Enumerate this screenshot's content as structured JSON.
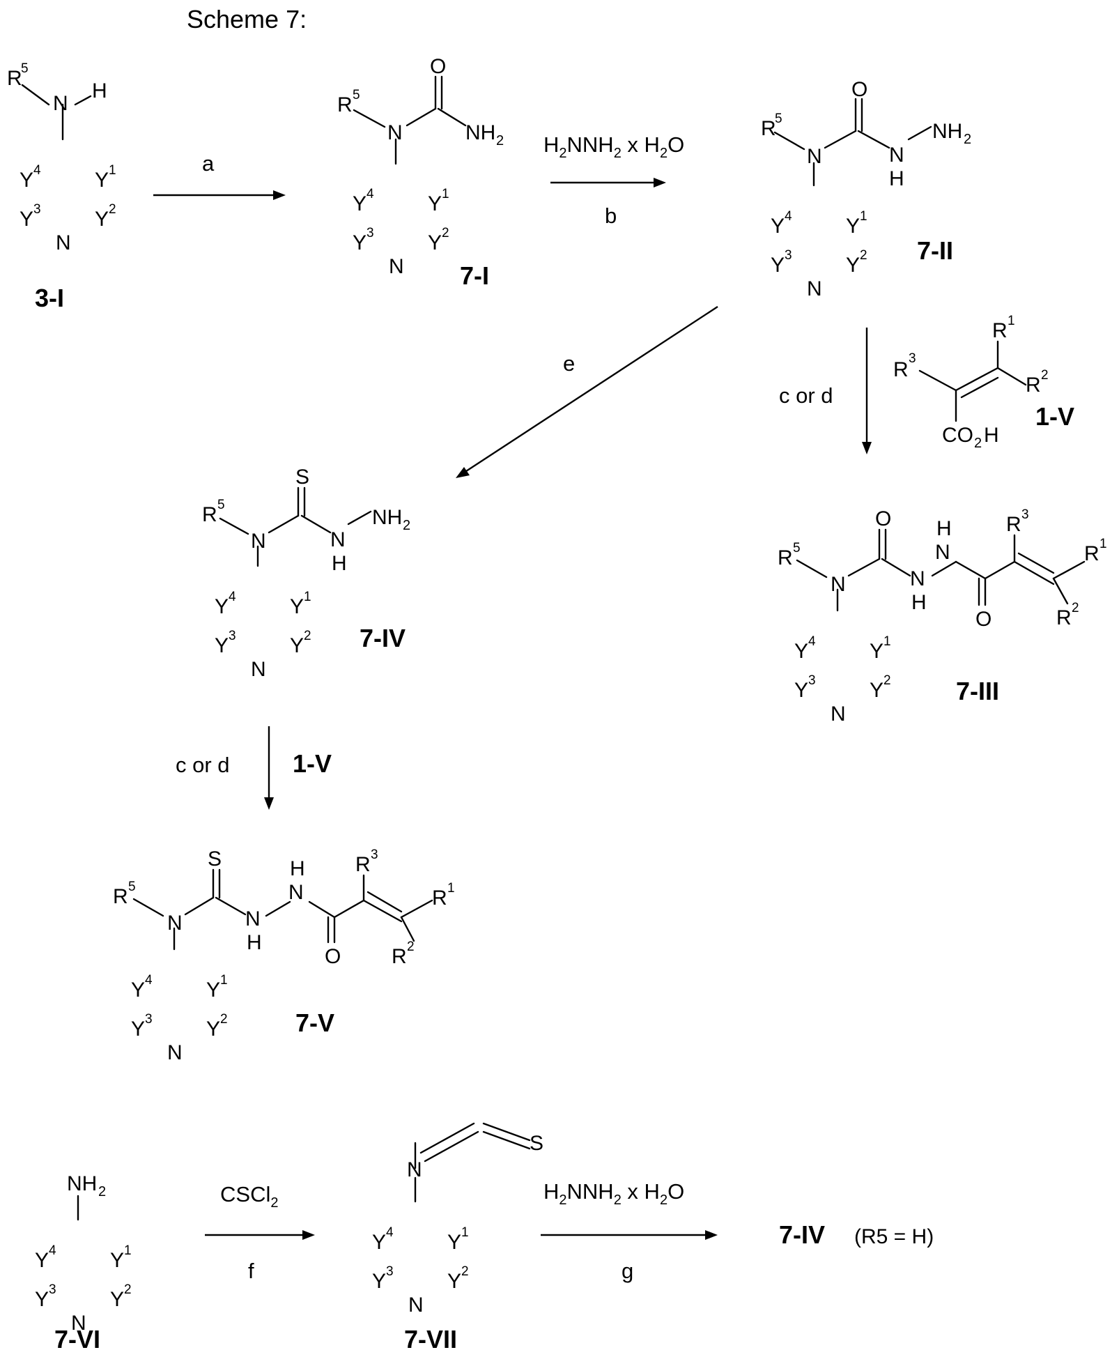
{
  "scheme_title": "Scheme 7:",
  "ring": {
    "y1": "Y",
    "y2": "Y",
    "y3": "Y",
    "y4": "Y",
    "n": "N",
    "s1": "1",
    "s2": "2",
    "s3": "3",
    "s4": "4"
  },
  "atoms": {
    "N": "N",
    "H": "H",
    "O": "O",
    "S": "S",
    "NH": "NH",
    "R": "R",
    "C": "C",
    "CO": "CO",
    "NH2": "NH",
    "two": "2"
  },
  "r_sup": {
    "r1": "1",
    "r2": "2",
    "r3": "3",
    "r5": "5"
  },
  "compound_labels": {
    "c3_I": "3-I",
    "c7_I": "7-I",
    "c7_II": "7-II",
    "c1_V": "1-V",
    "c7_III": "7-III",
    "c7_IV": "7-IV",
    "c1_V_step": "1-V",
    "c7_V": "7-V",
    "c7_VI": "7-VI",
    "c7_VII": "7-VII",
    "c7_IV_final": "7-IV"
  },
  "final_note": "(R5 = H)",
  "conditions": {
    "a": "a",
    "b": "b",
    "c_or_d": "c or d",
    "c_or_d_2": "c or d",
    "e": "e",
    "f": "f",
    "g": "g",
    "hydrazine_1": {
      "h": "H",
      "sub2": "2",
      "nnh": "NNH",
      "sub2b": "2",
      "x": " x H",
      "sub2c": "2",
      "o": "O"
    },
    "hydrazine_2": {
      "h": "H",
      "sub2": "2",
      "nnh": "NNH",
      "sub2b": "2",
      "x": " x H",
      "sub2c": "2",
      "o": "O"
    },
    "cscl2": {
      "main": "CSCl",
      "sub": "2"
    }
  }
}
